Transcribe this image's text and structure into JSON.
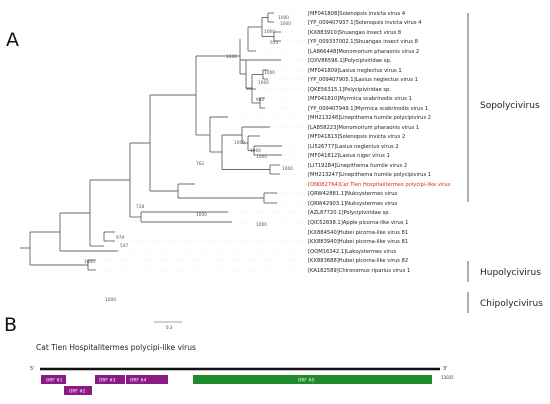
{
  "panels": {
    "a": "A",
    "b": "B"
  },
  "colors": {
    "branch": "#3a3a3a",
    "highlight": "#e0242a",
    "orf_purple": "#8b1a86",
    "orf_green": "#1f8a2a"
  },
  "tree": {
    "leaves": [
      {
        "name": "[MF041808]Solenopsis invicta virus 4"
      },
      {
        "name": "[YP_009407937.1]Solenopsis invicta virus 4"
      },
      {
        "name": "[KX883910]Shuangao insect virus 8"
      },
      {
        "name": "[YP_009337002.1]Shuangao insect virus 8"
      },
      {
        "name": "[LA866448]Monomorium pharaonis virus 2"
      },
      {
        "name": "[QXV86596.1]Polycipiviridae sp."
      },
      {
        "name": "[MF041809]Lasius neglectus virus 1"
      },
      {
        "name": "[YP_009407905.1]Lasius neglectus virus 1"
      },
      {
        "name": "[QKE56315.1]Polycipiviridae sp."
      },
      {
        "name": "[MF041810]Myrmica scabrinodis virus 1"
      },
      {
        "name": "[YP_009407949.1]Myrmica scabrinodis virus 1"
      },
      {
        "name": "[MH213248]Linepithema humile polycipivirus 2"
      },
      {
        "name": "[LA858223]Monomorium pharaonis virus 1"
      },
      {
        "name": "[MF041813]Solenopsis invicta virus 2"
      },
      {
        "name": "[LI526777]Lasius neglectus virus 2"
      },
      {
        "name": "[MF041812]Lasius niger virus 1"
      },
      {
        "name": "[LI719284]Linepithema humile virus 2"
      },
      {
        "name": "[MH213247]Linepithema humile polycipivirus 1"
      },
      {
        "name": "[ON082764]Cat Tien Hospitalitermes polycipi-like virus",
        "highlight": true
      },
      {
        "name": "[QRW42881.1]Nuksystermes virus"
      },
      {
        "name": "[QRW42903.1]Nuksystermes virus"
      },
      {
        "name": "[AZL87720.1]Polycipiviridae sp."
      },
      {
        "name": "[QIC52838.1]Apple picorna-like virus 1"
      },
      {
        "name": "[KX884540]Hubei picorna-like virus 81"
      },
      {
        "name": "[KX883940]Hubei picorna-like virus 81"
      },
      {
        "name": "[QOM16342.1]Laksystermes virus"
      },
      {
        "name": "[KX883688]Hubei picorna-like virus 82"
      },
      {
        "name": "[KA182589]Chironomus riparius virus 1"
      }
    ],
    "bootstrap": [
      "1000",
      "1000",
      "1000",
      "955",
      "1000",
      "1000",
      "1000",
      "962",
      "1000",
      "1000",
      "1000",
      "1000",
      "762",
      "1000",
      "728",
      "1000",
      "547",
      "979",
      "1000",
      "1000"
    ],
    "groups": [
      "Sopolycivirus",
      "Hupolycivirus",
      "Chipolycivirus"
    ],
    "scale_label": "0.3"
  },
  "genome": {
    "title": "Cat Tien Hospitalitermes polycipi-like virus",
    "five_prime": "5'",
    "three_prime": "3'",
    "length_label": "13035",
    "orfs": [
      {
        "label": "ORF #1"
      },
      {
        "label": "ORF #2"
      },
      {
        "label": "ORF #3"
      },
      {
        "label": "ORF #4"
      },
      {
        "label": "ORF #5"
      }
    ]
  }
}
